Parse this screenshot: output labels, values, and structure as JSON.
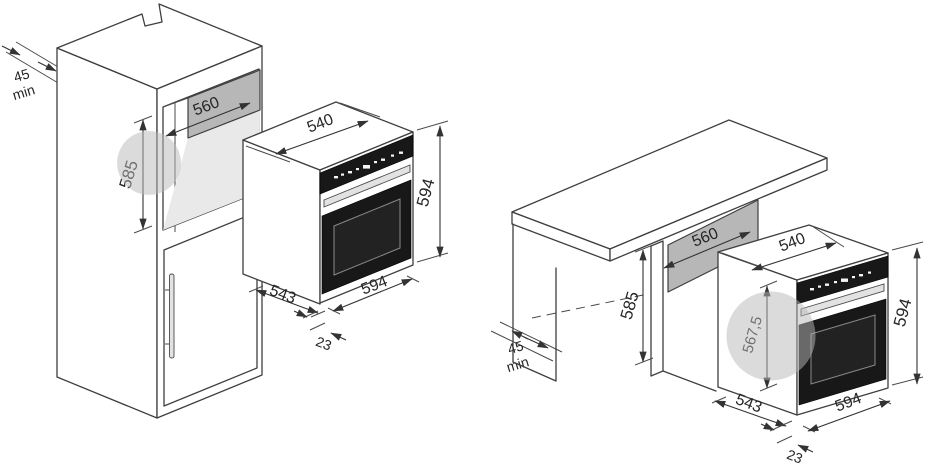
{
  "document": {
    "kind": "built-in oven installation dimensions diagram",
    "background": "#ffffff"
  },
  "colors": {
    "line": "#3f3f3f",
    "niche_back_panel": "#b7b7b7",
    "niche_floor": "#e9e9e9",
    "oven_front": "#181818",
    "watermark": "#b9b9b9"
  },
  "diagrams": {
    "left": {
      "name": "tall-column-cabinet-installation",
      "labels": {
        "clearance_value": "45",
        "clearance_unit": "min",
        "niche_width": "560",
        "niche_height": "585",
        "oven_depth_top": "540",
        "oven_height": "594",
        "oven_width": "594",
        "oven_body_depth": "543",
        "front_lip": "23"
      }
    },
    "right": {
      "name": "under-worktop-installation",
      "labels": {
        "clearance_value": "45",
        "clearance_unit": "min",
        "niche_width": "560",
        "niche_height": "585",
        "inner_height": "567,5",
        "oven_depth_top": "540",
        "oven_height": "594",
        "oven_width": "594",
        "oven_body_depth": "543",
        "front_lip": "23"
      }
    }
  },
  "watermark": {
    "name": "retailer-logo-watermark"
  }
}
